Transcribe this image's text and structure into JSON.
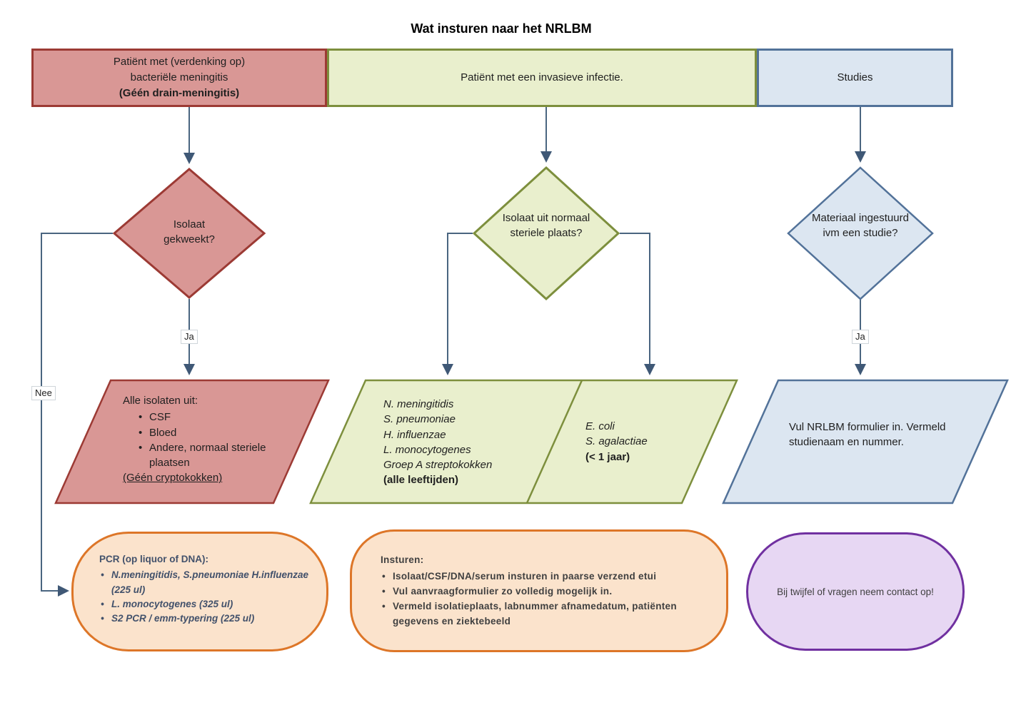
{
  "title": "Wat insturen naar het NRLBM",
  "labels": {
    "ja": "Ja",
    "nee": "Nee"
  },
  "colors": {
    "red_fill": "#d99795",
    "red_border": "#9c3a34",
    "green_fill": "#e9efcd",
    "green_border": "#7d8f3d",
    "blue_fill": "#dce6f1",
    "blue_border": "#527299",
    "orange_fill": "#fbe3cc",
    "orange_border": "#dd7628",
    "purple_fill": "#e7d7f3",
    "purple_border": "#7030a0",
    "connector": "#4a6580"
  },
  "meningitis": {
    "header_line1": "Patiënt met (verdenking op)",
    "header_line2": "bacteriële meningitis",
    "header_line3": "(Géén drain-meningitis)",
    "decision": "Isolaat gekweekt?",
    "result_title": "Alle isolaten uit:",
    "result_items": [
      "CSF",
      "Bloed",
      "Andere, normaal steriele plaatsen"
    ],
    "result_note": "(Géén cryptokokken)",
    "action_title": "PCR (op liquor of DNA):",
    "action_items": [
      "N.meningitidis, S.pneumoniae H.influenzae (225 ul)",
      "L. monocytogenes (325 ul)",
      "S2 PCR / emm-typering (225 ul)"
    ]
  },
  "invasive": {
    "header": "Patiënt met een invasieve infectie.",
    "decision": "Isolaat uit normaal steriele plaats?",
    "result_left_items": [
      "N. meningitidis",
      "S. pneumoniae",
      "H. influenzae",
      "L. monocytogenes",
      "Groep A streptokokken"
    ],
    "result_left_note": "(alle leeftijden)",
    "result_right_items": [
      "E. coli",
      "S. agalactiae"
    ],
    "result_right_note": "(< 1 jaar)",
    "action_title": "Insturen:",
    "action_items": [
      "Isolaat/CSF/DNA/serum insturen in paarse verzend etui",
      "Vul aanvraagformulier zo volledig mogelijk in.",
      "Vermeld isolatieplaats, labnummer afnamedatum, patiënten gegevens en ziektebeeld"
    ]
  },
  "studies": {
    "header": "Studies",
    "decision": "Materiaal ingestuurd ivm een studie?",
    "result": "Vul NRLBM formulier in. Vermeld studienaam en nummer.",
    "action": "Bij twijfel of vragen neem contact op!"
  }
}
